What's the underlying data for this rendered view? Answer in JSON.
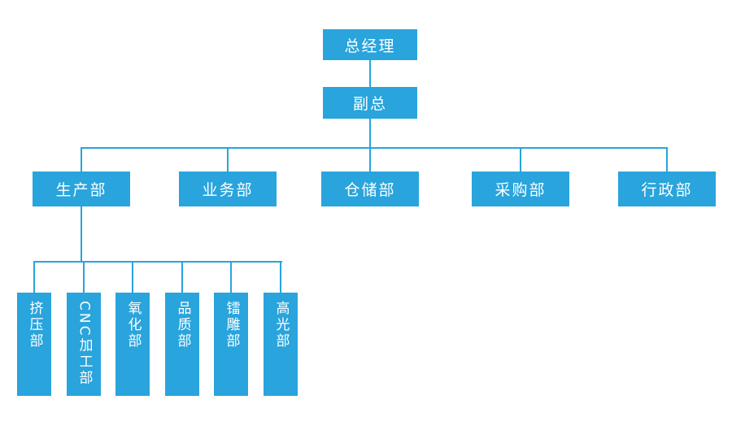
{
  "org": {
    "root": {
      "label": "总经理"
    },
    "deputy": {
      "label": "副总"
    },
    "departments": [
      {
        "label": "生产部"
      },
      {
        "label": "业务部"
      },
      {
        "label": "仓储部"
      },
      {
        "label": "采购部"
      },
      {
        "label": "行政部"
      }
    ],
    "production_subunits": [
      {
        "label": "挤压部"
      },
      {
        "label": "CNC加工部"
      },
      {
        "label": "氧化部"
      },
      {
        "label": "品质部"
      },
      {
        "label": "镭雕部"
      },
      {
        "label": "高光部"
      }
    ],
    "colors": {
      "box_fill": "#29a4dc",
      "connector": "#29a4dc",
      "text": "#ffffff",
      "background": "#ffffff"
    }
  }
}
